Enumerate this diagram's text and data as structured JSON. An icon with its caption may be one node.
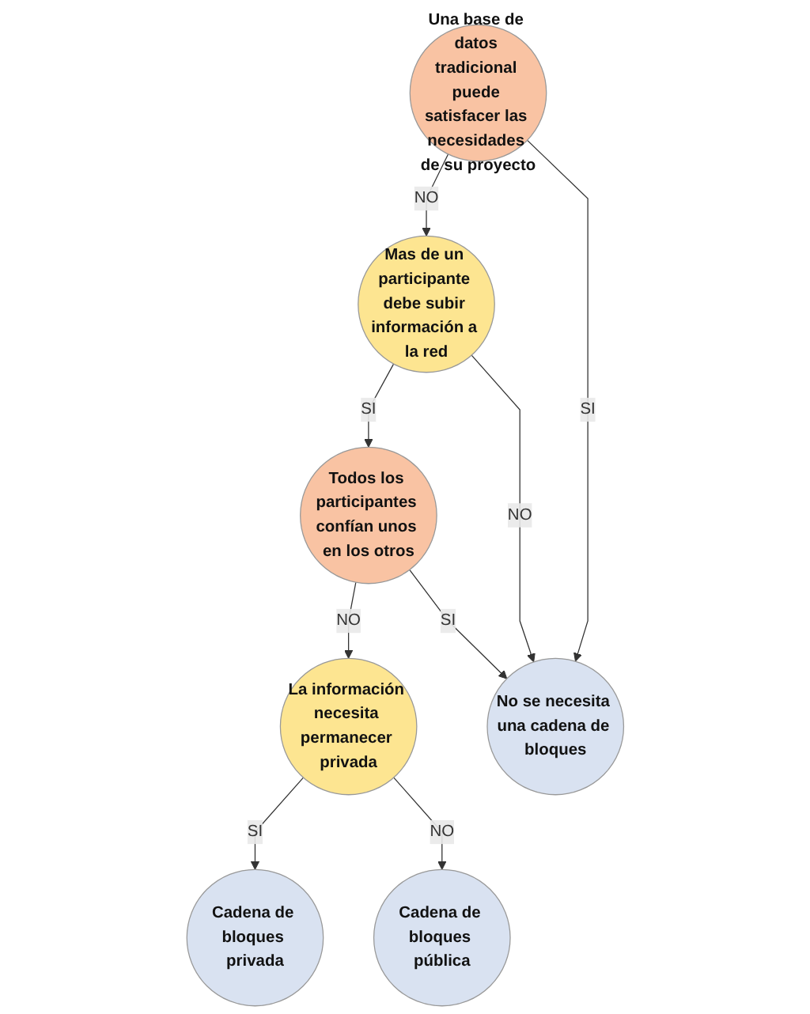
{
  "diagram": {
    "nodes": [
      {
        "text": [
          "Una base de datos tradicional puede satisfacer las necesidades de su proyecto"
        ]
      },
      {
        "text": [
          "Mas de un participante debe subir información a la red"
        ]
      },
      {
        "text": [
          "Todos los participantes confían unos en los otros"
        ]
      },
      {
        "text": [
          "La información necesita permanecer privada"
        ]
      },
      {
        "text": [
          "No se necesita una cadena de bloques"
        ]
      },
      {
        "text": [
          "Cadena de bloques privada"
        ]
      },
      {
        "text": [
          "Cadena de bloques pública"
        ]
      }
    ],
    "edges": [
      {
        "from": 0,
        "to": 1,
        "label": "NO",
        "arrow": "to"
      },
      {
        "from": 0,
        "to": 4,
        "label": "SI",
        "arrow": "to"
      },
      {
        "from": 1,
        "to": 4,
        "label": "NO",
        "arrow": "to"
      },
      {
        "from": 1,
        "to": 2,
        "label": "SI",
        "arrow": "to"
      },
      {
        "from": 2,
        "to": 4,
        "label": "SI",
        "arrow": "to"
      },
      {
        "from": 2,
        "to": 3,
        "label": "NO",
        "arrow": "to"
      },
      {
        "from": 3,
        "to": 5,
        "label": "SI",
        "arrow": "to"
      },
      {
        "from": 3,
        "to": 6,
        "label": "NO",
        "arrow": "to"
      }
    ]
  }
}
